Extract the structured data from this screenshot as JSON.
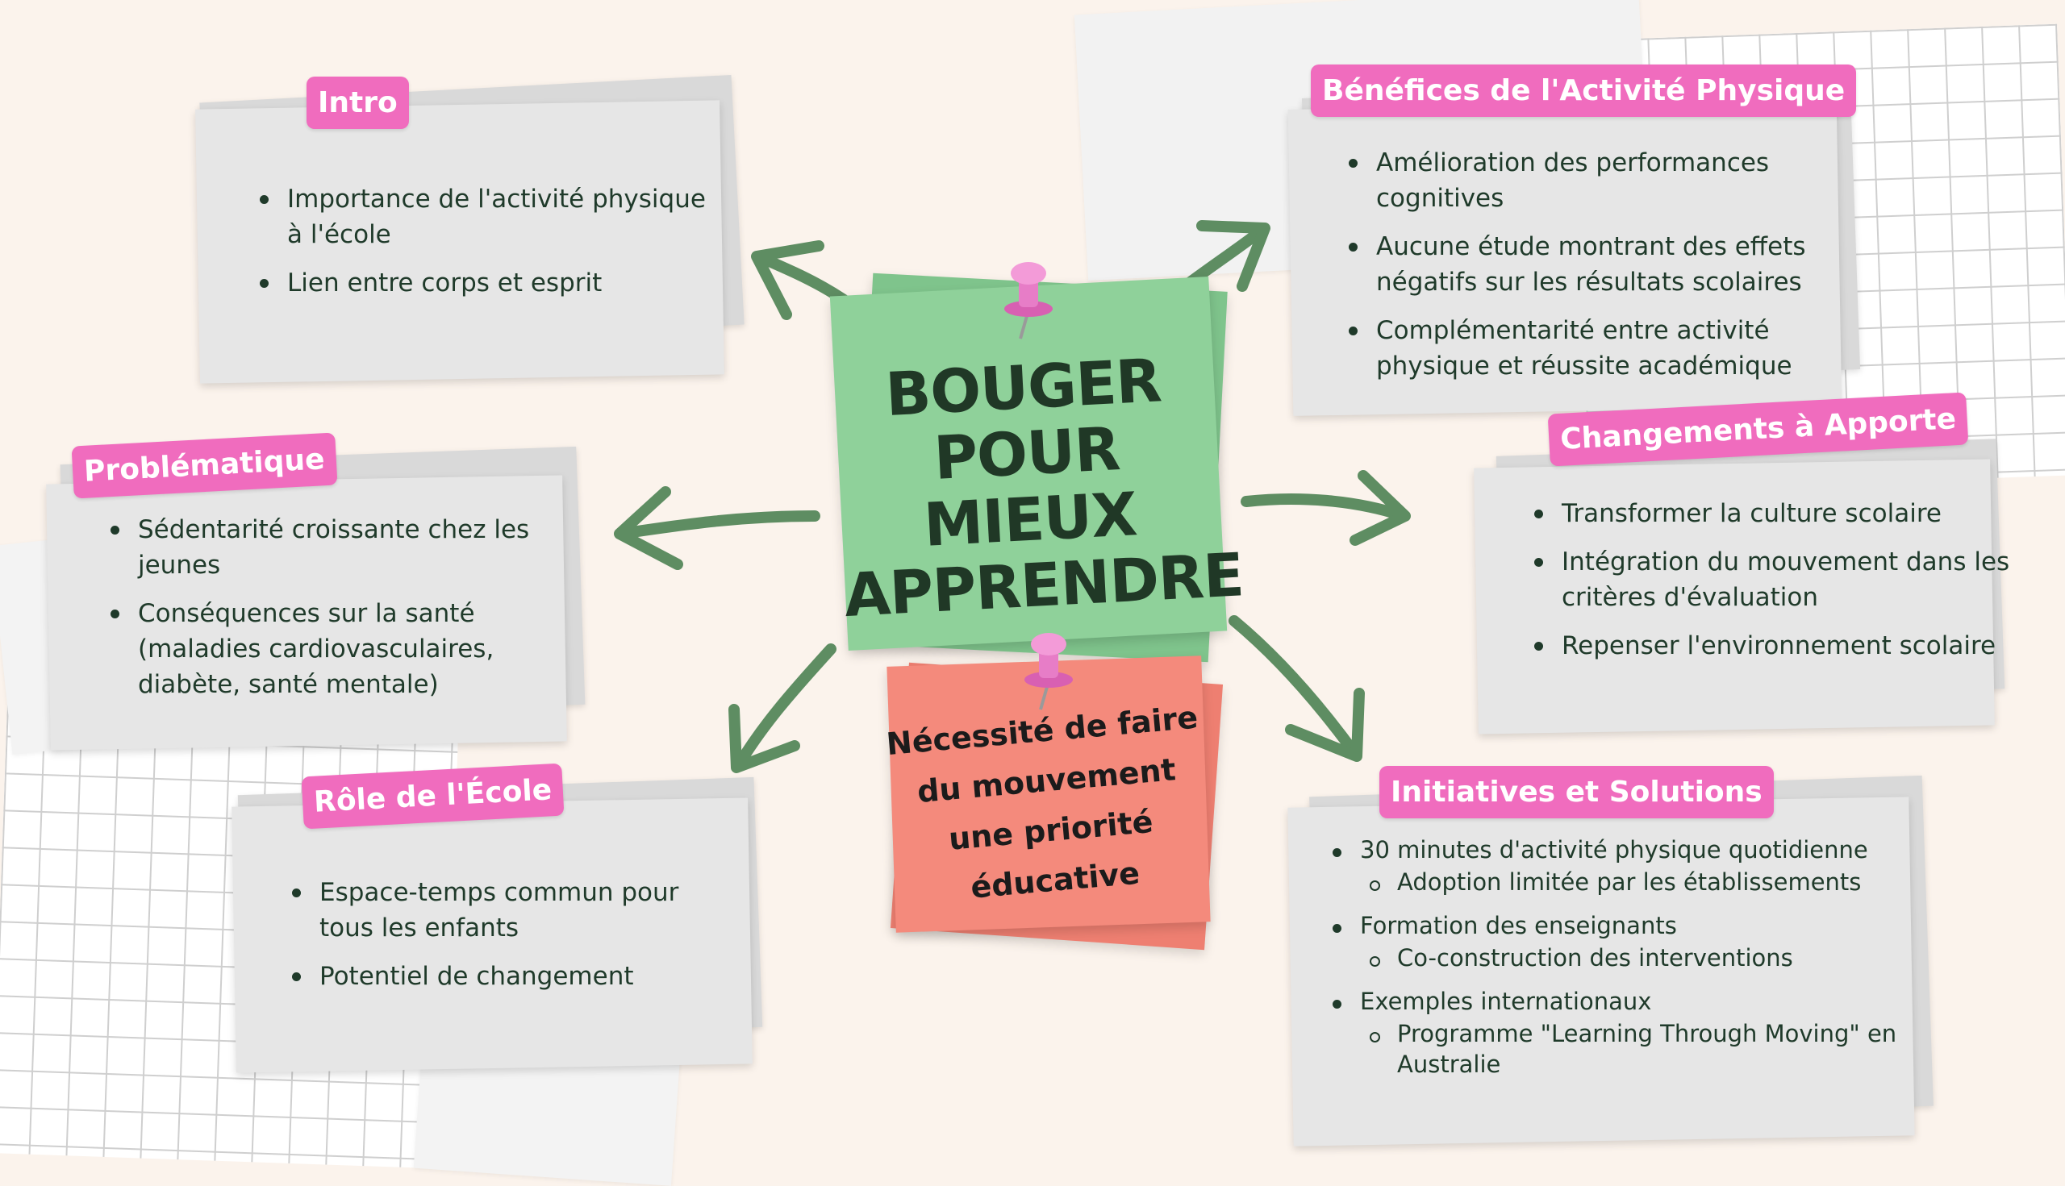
{
  "title_lines": [
    "BOUGER",
    "POUR",
    "MIEUX",
    "APPRENDRE"
  ],
  "subnote_lines": [
    "Nécessité de faire",
    "du mouvement",
    "une priorité",
    "éducative"
  ],
  "colors": {
    "tag": "#f06cbe",
    "green_note": "#8fd19a",
    "red_note": "#f48a7c",
    "arrow": "#5e8d62",
    "text": "#1f3a2a"
  },
  "cards": {
    "intro": {
      "label": "Intro",
      "items": [
        "Importance de l'activité physique à l'école",
        "Lien entre corps et esprit"
      ]
    },
    "problematique": {
      "label": "Problématique",
      "items": [
        "Sédentarité croissante chez les jeunes",
        "Conséquences sur la santé (maladies cardiovasculaires, diabète, santé mentale)"
      ]
    },
    "role": {
      "label": "Rôle de l'École",
      "items": [
        "Espace-temps commun pour tous les enfants",
        "Potentiel de changement"
      ]
    },
    "benefices": {
      "label": "Bénéfices de l'Activité Physique",
      "items": [
        "Amélioration des performances cognitives",
        "Aucune étude montrant des effets négatifs sur les résultats scolaires",
        "Complémentarité entre activité physique et réussite académique"
      ]
    },
    "changements": {
      "label": "Changements à Apporte",
      "items": [
        "Transformer la culture scolaire",
        "Intégration du mouvement dans les critères d'évaluation",
        "Repenser l'environnement scolaire"
      ]
    },
    "initiatives": {
      "label": "Initiatives et Solutions",
      "items": [
        "30 minutes d'activité physique quotidienne",
        "Formation des enseignants",
        "Exemples internationaux"
      ],
      "subitems": [
        "Adoption limitée par les établissements",
        "Co-construction des interventions",
        "Programme \"Learning Through Moving\" en Australie"
      ]
    }
  }
}
